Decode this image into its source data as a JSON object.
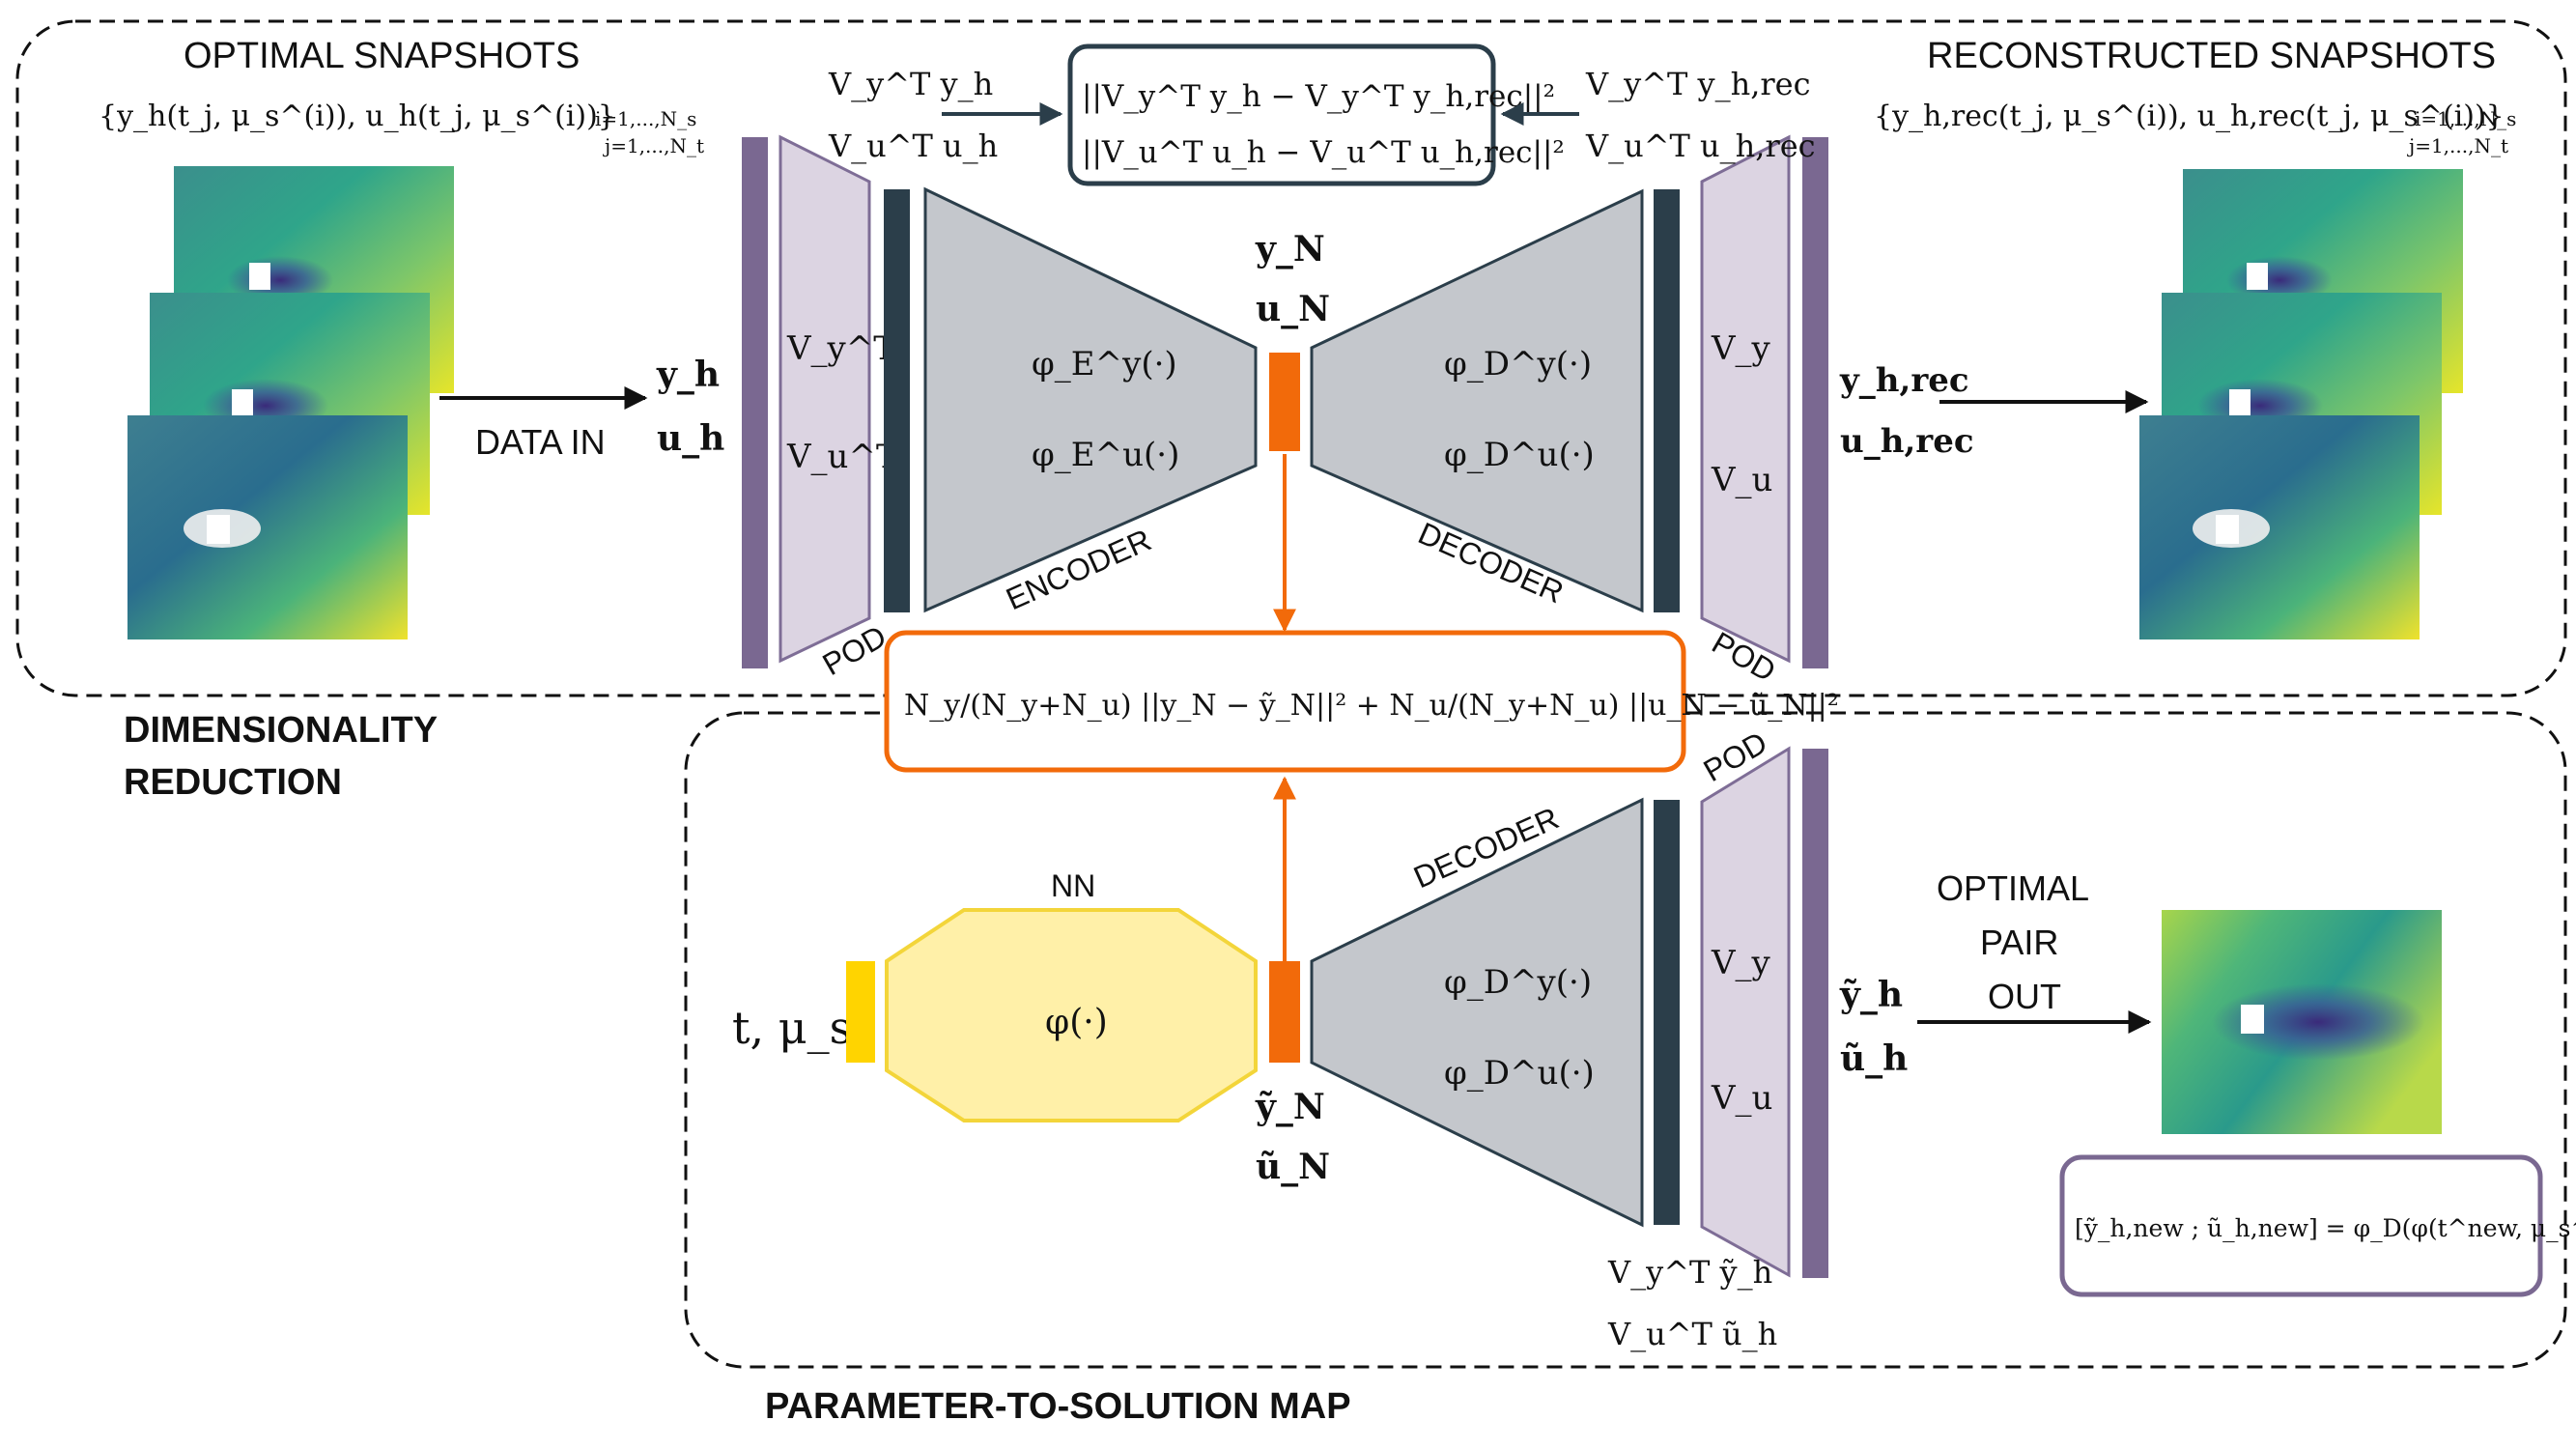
{
  "sections": {
    "dim_reduction": [
      "DIMENSIONALITY",
      "REDUCTION"
    ],
    "param_map": "PARAMETER-TO-SOLUTION MAP"
  },
  "input": {
    "title": "OPTIMAL SNAPSHOTS",
    "formula": "{y_h(t_j, μ_s^(i)), u_h(t_j, μ_s^(i))}",
    "index_i": "i=1,...,N_s",
    "index_j": "j=1,...,N_t",
    "arrow_label": "DATA IN",
    "y": "y_h",
    "u": "u_h"
  },
  "output": {
    "title": "RECONSTRUCTED SNAPSHOTS",
    "formula": "{y_h,rec(t_j, μ_s^(i)), u_h,rec(t_j, μ_s^(i))}",
    "index_i": "i=1,...,N_s",
    "index_j": "j=1,...,N_t",
    "y": "y_h,rec",
    "u": "u_h,rec"
  },
  "pod": {
    "label": "POD",
    "vt_y": "V_y^T",
    "vt_u": "V_u^T",
    "v_y": "V_y",
    "v_u": "V_u",
    "proj_in_y": "V_y^T y_h",
    "proj_in_u": "V_u^T u_h",
    "proj_out_y": "V_y^T y_h,rec",
    "proj_out_u": "V_u^T u_h,rec",
    "proj_bottom_y": "V_y^T ỹ_h",
    "proj_bottom_u": "V_u^T ũ_h"
  },
  "encoder": {
    "label": "ENCODER",
    "f_y": "φ_E^y(·)",
    "f_u": "φ_E^u(·)"
  },
  "decoder": {
    "label": "DECODER",
    "f_y": "φ_D^y(·)",
    "f_u": "φ_D^u(·)"
  },
  "latent": {
    "y": "y_N",
    "u": "u_N",
    "ty": "ỹ_N",
    "tu": "ũ_N"
  },
  "losses": {
    "pod_y": "||V_y^T y_h − V_y^T y_h,rec||²",
    "pod_u": "||V_u^T u_h − V_u^T u_h,rec||²",
    "latent": "N_y/(N_y+N_u) ||y_N − ỹ_N||² + N_u/(N_y+N_u) ||u_N − ũ_N||²"
  },
  "nn": {
    "label": "NN",
    "f": "φ(·)",
    "input": "t, μ_s"
  },
  "pair_out": {
    "label": [
      "OPTIMAL",
      "PAIR",
      "OUT"
    ],
    "y": "ỹ_h",
    "u": "ũ_h",
    "formula": "[ỹ_h,new ; ũ_h,new] = φ_D(φ(t^new, μ_s^new))"
  },
  "colors": {
    "pod_fill": "#dcd4e2",
    "pod_stroke": "#7e6d96",
    "bar_purple": "#7a6891",
    "bar_dark": "#2b3e4a",
    "net_gray": "#c4c7cc",
    "latent_orange": "#f26a0a",
    "nn_yellow": "#fff0a8",
    "nn_stroke": "#f3d53a",
    "input_bar": "#ffd400",
    "loss_box_stroke": "#2b3e4a",
    "formula_box_stroke": "#7a6891"
  }
}
